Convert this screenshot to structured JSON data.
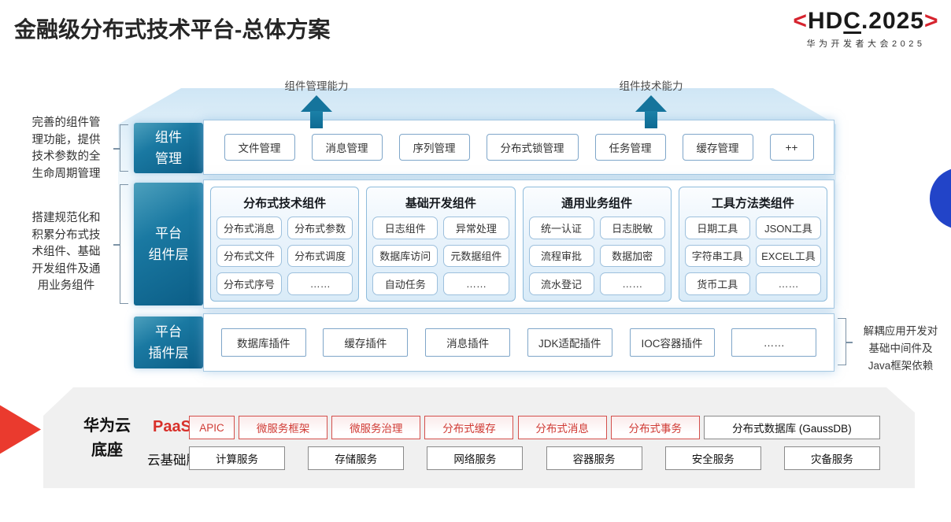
{
  "title": "金融级分布式技术平台-总体方案",
  "logo": {
    "lt": "<",
    "hd": "HD",
    "c": "C",
    "rest": ".2025",
    "gt": ">",
    "subtitle": "华为开发者大会2025"
  },
  "arrows": [
    {
      "label": "组件管理能力"
    },
    {
      "label": "组件技术能力"
    }
  ],
  "left_notes": [
    {
      "text": "完善的组件管\n理功能，提供\n技术参数的全\n生命周期管理"
    },
    {
      "text": "搭建规范化和\n积累分布式技\n术组件、基础\n开发组件及通\n用业务组件"
    }
  ],
  "right_note": {
    "text": "解耦应用开发对\n基础中间件及\nJava框架依赖"
  },
  "layers": {
    "component_mgmt": {
      "label": "组件\n管理",
      "items": [
        "文件管理",
        "消息管理",
        "序列管理",
        "分布式锁管理",
        "任务管理",
        "缓存管理",
        "++"
      ]
    },
    "platform_components": {
      "label": "平台\n组件层",
      "columns": [
        {
          "title": "分布式技术组件",
          "items": [
            "分布式消息",
            "分布式参数",
            "分布式文件",
            "分布式调度",
            "分布式序号",
            "……"
          ]
        },
        {
          "title": "基础开发组件",
          "items": [
            "日志组件",
            "异常处理",
            "数据库访问",
            "元数据组件",
            "自动任务",
            "……"
          ]
        },
        {
          "title": "通用业务组件",
          "items": [
            "统一认证",
            "日志脱敏",
            "流程审批",
            "数据加密",
            "流水登记",
            "……"
          ]
        },
        {
          "title": "工具方法类组件",
          "items": [
            "日期工具",
            "JSON工具",
            "字符串工具",
            "EXCEL工具",
            "货币工具",
            "……"
          ]
        }
      ]
    },
    "platform_plugins": {
      "label": "平台\n插件层",
      "items": [
        "数据库插件",
        "缓存插件",
        "消息插件",
        "JDK适配插件",
        "IOC容器插件",
        "……"
      ]
    }
  },
  "foundation": {
    "label": "华为云\n底座",
    "paas": {
      "label": "PaaS",
      "items": [
        "APIC",
        "微服务框架",
        "微服务治理",
        "分布式缓存",
        "分布式消息",
        "分布式事务",
        "分布式数据库 (GaussDB)"
      ]
    },
    "cloud": {
      "label": "云基础服务",
      "items": [
        "计算服务",
        "存储服务",
        "网络服务",
        "容器服务",
        "安全服务",
        "灾备服务"
      ]
    }
  },
  "colors": {
    "accent_red": "#D8302A",
    "logo_red": "#D6232E",
    "layer_teal": "#0E6089",
    "light_blue_border": "#A6C8E2",
    "slab_gray": "#F0F0F0",
    "circle_blue": "#2244C8"
  }
}
